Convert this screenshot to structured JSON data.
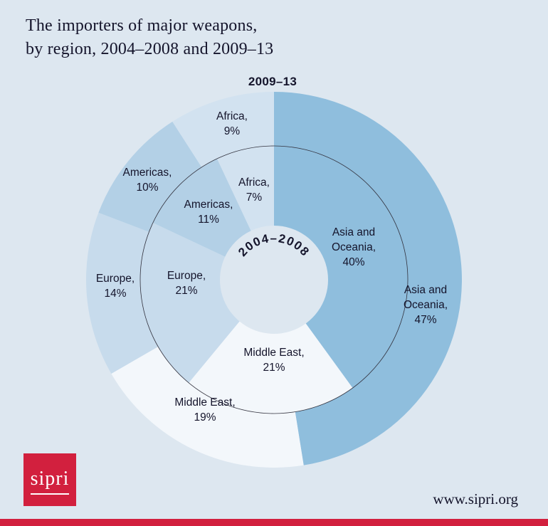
{
  "page": {
    "title_lines": [
      "The importers of major weapons,",
      "by region, 2004–2008 and 2009–13"
    ],
    "footer_url": "www.sipri.org",
    "logo_text": "sipri",
    "background_color": "#dde7f0",
    "accent_red": "#d2203e",
    "text_color": "#14142b"
  },
  "chart_data": {
    "type": "pie",
    "variant": "nested-donut",
    "unit": "%",
    "start_angle_deg": 0,
    "direction": "clockwise",
    "title": "The importers of major weapons, by region, 2004–2008 and 2009–13",
    "region_colors": {
      "Asia and Oceania": "#8fbedd",
      "Middle East": "#f3f7fb",
      "Europe": "#c7dbec",
      "Americas": "#b3d0e6",
      "Africa": "#d2e2f0"
    },
    "rings": [
      {
        "id": "outer",
        "period": "2009–13",
        "segments": [
          {
            "region": "Asia and Oceania",
            "value": 47,
            "label": "Asia and Oceania, 47%",
            "label_lines": [
              "Asia and",
              "Oceania,",
              "47%"
            ]
          },
          {
            "region": "Middle East",
            "value": 19,
            "label": "Middle East, 19%",
            "label_lines": [
              "Middle East,",
              "19%"
            ]
          },
          {
            "region": "Europe",
            "value": 14,
            "label": "Europe, 14%",
            "label_lines": [
              "Europe,",
              "14%"
            ]
          },
          {
            "region": "Americas",
            "value": 10,
            "label": "Americas, 10%",
            "label_lines": [
              "Americas,",
              "10%"
            ]
          },
          {
            "region": "Africa",
            "value": 9,
            "label": "Africa, 9%",
            "label_lines": [
              "Africa,",
              "9%"
            ]
          }
        ]
      },
      {
        "id": "inner",
        "period": "2004–2008",
        "segments": [
          {
            "region": "Asia and Oceania",
            "value": 40,
            "label": "Asia and Oceania, 40%",
            "label_lines": [
              "Asia and",
              "Oceania,",
              "40%"
            ]
          },
          {
            "region": "Middle East",
            "value": 21,
            "label": "Middle East, 21%",
            "label_lines": [
              "Middle East,",
              "21%"
            ]
          },
          {
            "region": "Europe",
            "value": 21,
            "label": "Europe, 21%",
            "label_lines": [
              "Europe,",
              "21%"
            ]
          },
          {
            "region": "Americas",
            "value": 11,
            "label": "Americas, 11%",
            "label_lines": [
              "Americas,",
              "11%"
            ]
          },
          {
            "region": "Africa",
            "value": 7,
            "label": "Africa, 7%",
            "label_lines": [
              "Africa,",
              "7%"
            ]
          }
        ]
      }
    ]
  }
}
